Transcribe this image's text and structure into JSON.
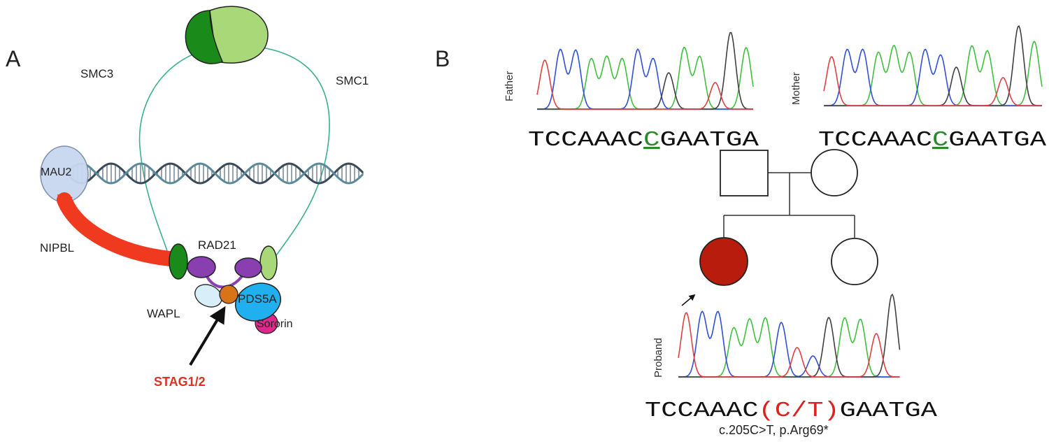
{
  "panel_a": {
    "label": "A",
    "smc3": "SMC3",
    "smc1": "SMC1",
    "mau2": "MAU2",
    "nipbl": "NIPBL",
    "rad21": "RAD21",
    "wapl": "WAPL",
    "pds5a": "PDS5A",
    "sororin": "Sororin",
    "stag": "STAG1/2"
  },
  "panel_b": {
    "label": "B",
    "father": {
      "label": "Father",
      "seq_before": "TCCAAAC",
      "seq_site": "C",
      "seq_after": "GAATGA"
    },
    "mother": {
      "label": "Mother",
      "seq_before": "TCCAAAC",
      "seq_site": "C",
      "seq_after": "GAATGA"
    },
    "proband": {
      "label": "Proband",
      "seq_before": "TCCAAAC",
      "seq_site": "(C/T)",
      "seq_after": "GAATGA",
      "mutation": "c.205C>T, p.Arg69*"
    }
  },
  "colors": {
    "smc3": "#1a8a1a",
    "smc1": "#a8d878",
    "nipbl": "#f03a20",
    "rad21": "#8a3fb0",
    "wapl": "#d8eef8",
    "pds5a": "#20b0f0",
    "sororin": "#e0288c",
    "stag": "#d87418",
    "stag_label": "#e03020",
    "mau2": "#c8d8f0",
    "affected": "#b81c0c",
    "trace_a": "#40c040",
    "trace_c": "#3050d8",
    "trace_g": "#404040",
    "trace_t": "#e04040",
    "site_green": "#2a8a2a",
    "site_red": "#e02020"
  }
}
